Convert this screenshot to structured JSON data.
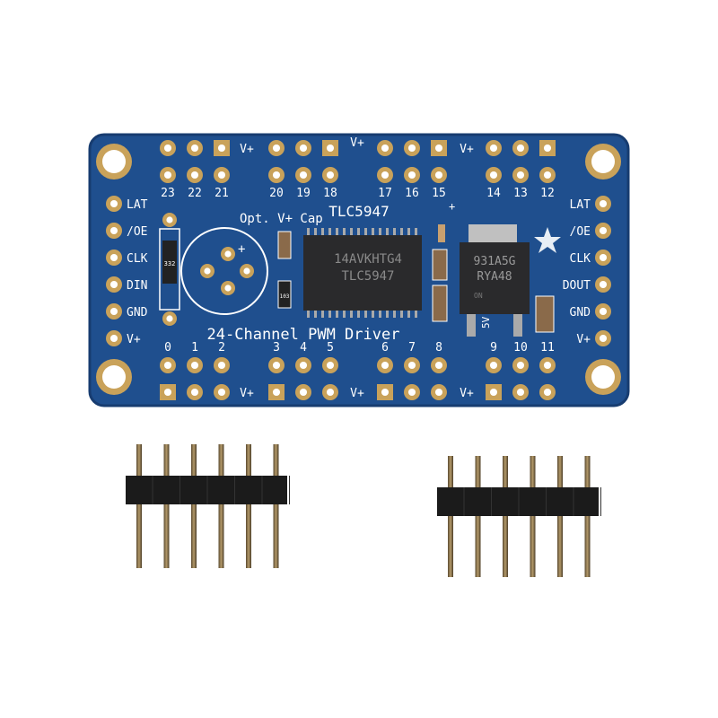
{
  "board": {
    "title": "24-Channel PWM Driver",
    "chip_name": "TLC5947",
    "chip_marking_1": "14AVKHTG4",
    "chip_marking_2": "TLC5947",
    "regulator_marking_1": "931A5G",
    "regulator_marking_2": "RYA48",
    "regulator_logo": "ON",
    "cap_label": "Opt. V+ Cap",
    "resistor_marking": "332",
    "resistor2_marking": "103",
    "reg_label": "5V",
    "plus_sign": "+",
    "vplus": "V+",
    "left_pins": [
      "LAT",
      "/OE",
      "CLK",
      "DIN",
      "GND",
      "V+"
    ],
    "right_pins": [
      "LAT",
      "/OE",
      "CLK",
      "DOUT",
      "GND",
      "V+"
    ],
    "top_channels": [
      "23",
      "22",
      "21",
      "20",
      "19",
      "18",
      "17",
      "16",
      "15",
      "14",
      "13",
      "12"
    ],
    "bottom_channels": [
      "0",
      "1",
      "2",
      "3",
      "4",
      "5",
      "6",
      "7",
      "8",
      "9",
      "10",
      "11"
    ]
  },
  "colors": {
    "pcb": "#1f4f8e",
    "pcb_edge": "#173c70",
    "gold": "#c9a25a",
    "silkscreen": "#ffffff",
    "chip": "#2a2a2c",
    "header_plastic": "#1b1b1b",
    "pin": "#8a7650"
  },
  "headers": {
    "count": 2,
    "pins_each": 6
  }
}
